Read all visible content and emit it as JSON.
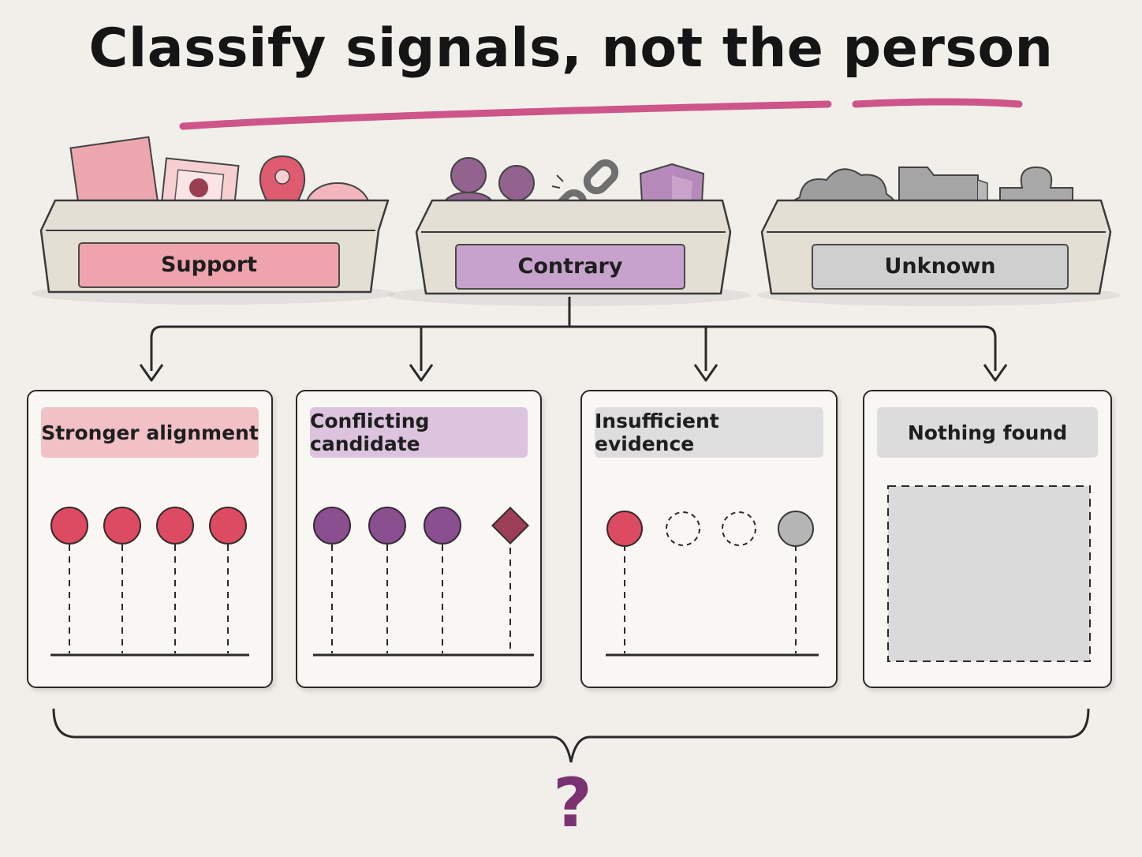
{
  "title": "Classify signals, not the person",
  "colors": {
    "support": "#e8a0aa",
    "contrary": "#c7a2cc",
    "unknown": "#cfcfcf",
    "accent_underline": "#c83a78",
    "support_dot": "#dd4b62",
    "contrary_dot": "#8a4f8e",
    "contrary_diamond": "#9c3e55",
    "unknown_dot": "#b5b5b5",
    "question": "#7b3273"
  },
  "trays": [
    {
      "label": "Support",
      "icons": [
        "document-icon",
        "photo-id-icon",
        "location-pin-icon",
        "speech-bubble-icon"
      ]
    },
    {
      "label": "Contrary",
      "icons": [
        "person-icon",
        "person-icon",
        "broken-link-icon",
        "shield-icon"
      ]
    },
    {
      "label": "Unknown",
      "icons": [
        "cloud-icon",
        "folder-icon",
        "puzzle-piece-icon"
      ]
    }
  ],
  "cards": [
    {
      "label": "Stronger alignment",
      "markers": [
        "filled-circle",
        "filled-circle",
        "filled-circle",
        "filled-circle"
      ]
    },
    {
      "label": "Conflicting candidate",
      "markers": [
        "filled-circle",
        "filled-circle",
        "filled-circle",
        "diamond"
      ]
    },
    {
      "label": "Insufficient evidence",
      "markers": [
        "filled-circle",
        "dashed-circle",
        "dashed-circle",
        "gray-circle"
      ]
    },
    {
      "label": "Nothing found",
      "markers": []
    }
  ],
  "footer_symbol": "?"
}
